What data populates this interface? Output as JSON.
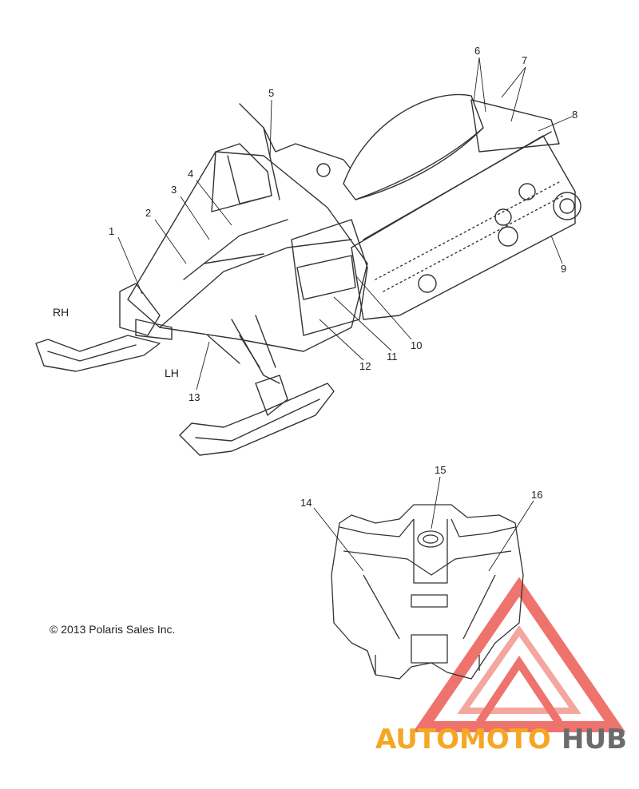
{
  "callouts": [
    "1",
    "2",
    "3",
    "4",
    "5",
    "6",
    "7",
    "8",
    "9",
    "10",
    "11",
    "12",
    "13",
    "14",
    "15",
    "16"
  ],
  "side_labels": {
    "rh": "RH",
    "lh": "LH"
  },
  "copyright": "© 2013 Polaris Sales Inc.",
  "watermark": {
    "part1": "AUTOMOTO",
    "part2": "HUB",
    "color_orange": "#f5a623",
    "color_red": "#e8453c",
    "color_gray": "#6b6b6b"
  },
  "colors": {
    "line": "#333333",
    "leader": "#222222"
  }
}
